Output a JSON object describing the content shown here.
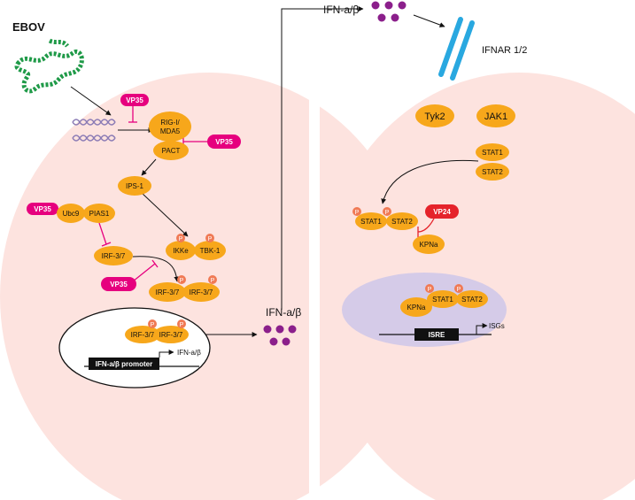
{
  "labels": {
    "ebov": "EBOV",
    "ifn_top": "IFN-a/β",
    "ifnar": "IFNAR 1/2",
    "ifn_mid": "IFN-a/β",
    "ifn_promoter": "IFN-a/β promoter",
    "ifn_gene": "IFN-a/β",
    "isre": "ISRE",
    "isgs": "ISGs",
    "p": "P"
  },
  "left_cell": {
    "rig_i_line1": "RIG-I/",
    "rig_i_line2": "MDA5",
    "pact": "PACT",
    "ips1": "IPS-1",
    "ubc9": "Ubc9",
    "pias1": "PIAS1",
    "irf37_a": "IRF-3/7",
    "ikke": "IKKe",
    "tbk1": "TBK-1",
    "irf37_dimer_a": "IRF-3/7",
    "irf37_dimer_b": "IRF-3/7",
    "irf37_nuc_a": "IRF-3/7",
    "irf37_nuc_b": "IRF-3/7",
    "vp35_1": "VP35",
    "vp35_2": "VP35",
    "vp35_3": "VP35",
    "vp35_4": "VP35"
  },
  "right_cell": {
    "tyk2": "Tyk2",
    "jak1": "JAK1",
    "stat1": "STAT1",
    "stat2": "STAT2",
    "p_stat1": "STAT1",
    "p_stat2": "STAT2",
    "vp24": "VP24",
    "kpna": "KPNa",
    "nuc_kpna": "KPNa",
    "nuc_stat1": "STAT1",
    "nuc_stat2": "STAT2"
  },
  "colors": {
    "cell": "#fde3df",
    "protein": "#f7a71b",
    "vp35": "#e6007e",
    "vp24": "#e5232b",
    "nucleus_right": "#d5cbe8",
    "ifn_dot": "#8b1f8b",
    "virus": "#1f9a48",
    "receptor": "#29a8e0"
  }
}
